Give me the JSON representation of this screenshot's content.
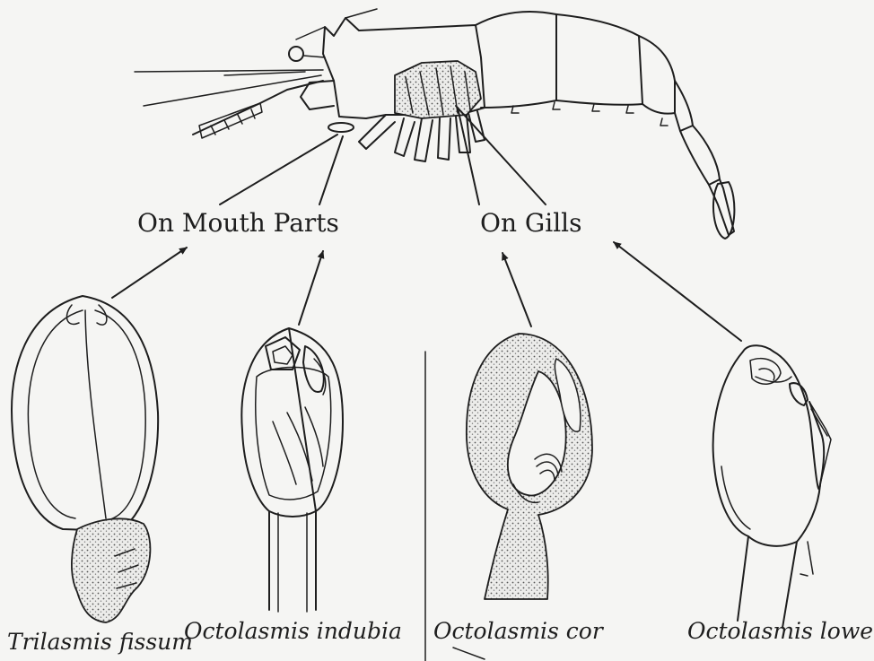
{
  "headings": {
    "mouth_parts": "On Mouth Parts",
    "gills": "On Gills"
  },
  "species": [
    {
      "name": "Trilasmis fissum",
      "location": "On Mouth Parts"
    },
    {
      "name": "Octolasmis indubia",
      "location": "On Mouth Parts"
    },
    {
      "name": "Octolasmis cor",
      "location": "On Gills"
    },
    {
      "name": "Octolasmis lowei",
      "location": "On Gills"
    }
  ],
  "colors": {
    "ink": "#1e1e1e",
    "paper": "#f5f5f3"
  }
}
